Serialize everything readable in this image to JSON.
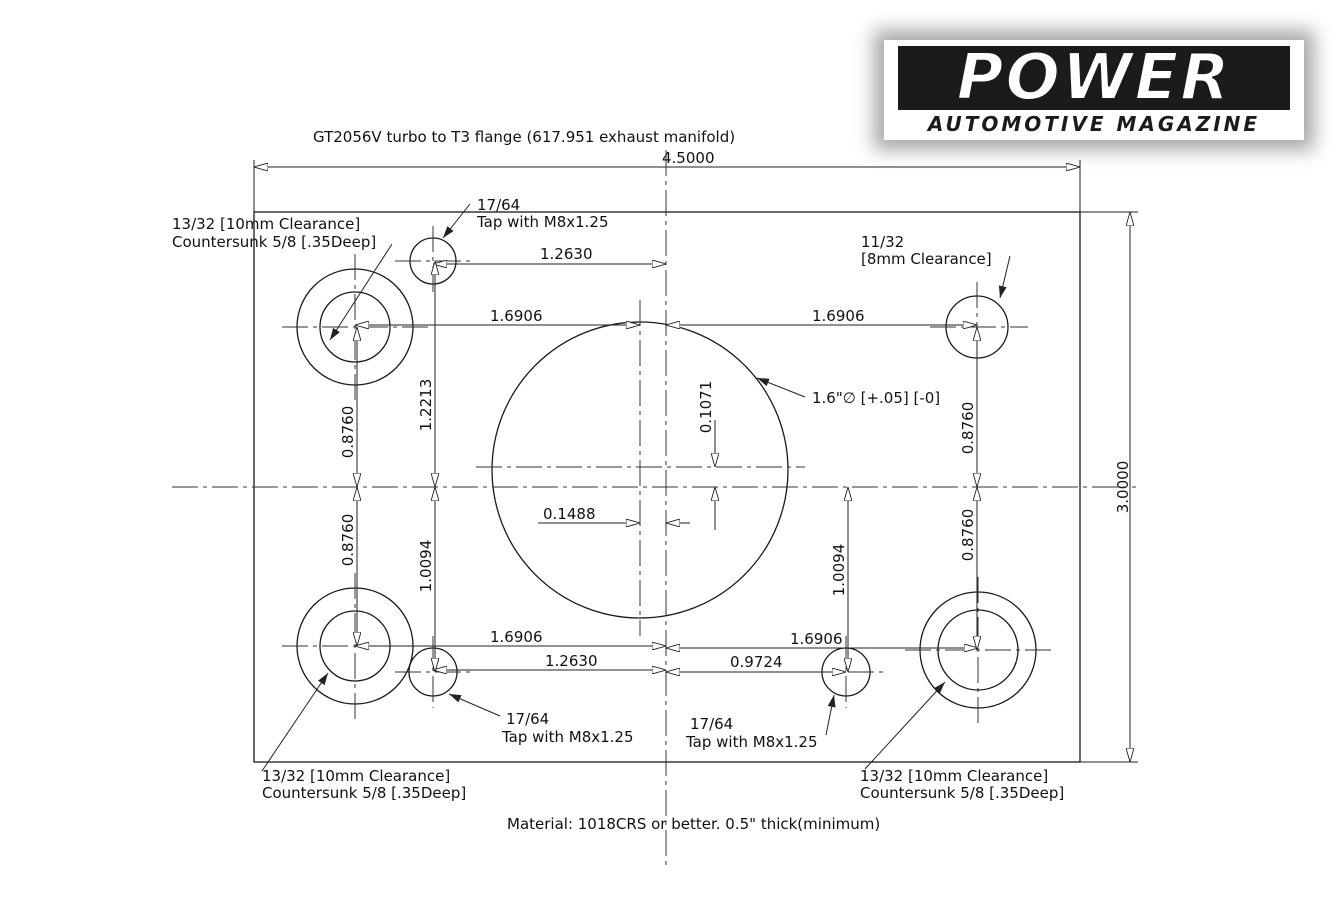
{
  "title": "GT2056V  turbo to T3 flange (617.951 exhaust manifold)",
  "material_note": "Material: 1018CRS or better.  0.5\" thick(minimum)",
  "logo": {
    "brand": "POWER",
    "tagline": "AUTOMOTIVE MAGAZINE"
  },
  "dimensions": {
    "overall_width": "4.5000",
    "overall_height": "3.0000",
    "top_tap_offset": "1.2630",
    "top_left_span": "1.6906",
    "top_right_span": "1.6906",
    "bottom_left_span": "1.6906",
    "bottom_right_span": "1.6906",
    "bottom_tap_offset": "1.2630",
    "bottom_right_tap_offset": "0.9724",
    "left_upper_vertical": "0.8760",
    "left_lower_vertical": "0.8760",
    "right_upper_vertical": "0.8760",
    "right_lower_vertical": "0.8760",
    "tap_upper_vertical": "1.2213",
    "tap_lower_vertical": "1.0094",
    "right_tap_vertical": "1.0094",
    "bore_offset_vertical": "0.1071",
    "bore_offset_horizontal": "0.1488"
  },
  "callouts": {
    "top_left_hole": {
      "line1": "13/32 [10mm Clearance]",
      "line2": "Countersunk 5/8 [.35Deep]"
    },
    "top_tap": {
      "line1": "17/64",
      "line2": "Tap with M8x1.25"
    },
    "top_right_hole": {
      "line1": "11/32",
      "line2": "[8mm Clearance]"
    },
    "bore": {
      "text": "1.6\"∅ [+.05] [-0]"
    },
    "bottom_left_hole": {
      "line1": "13/32 [10mm Clearance]",
      "line2": "Countersunk 5/8 [.35Deep]"
    },
    "bottom_left_tap": {
      "line1": "17/64",
      "line2": "Tap with M8x1.25"
    },
    "bottom_right_tap": {
      "line1": "17/64",
      "line2": "Tap with M8x1.25"
    },
    "bottom_right_hole": {
      "line1": "13/32 [10mm Clearance]",
      "line2": "Countersunk 5/8 [.35Deep]"
    }
  }
}
